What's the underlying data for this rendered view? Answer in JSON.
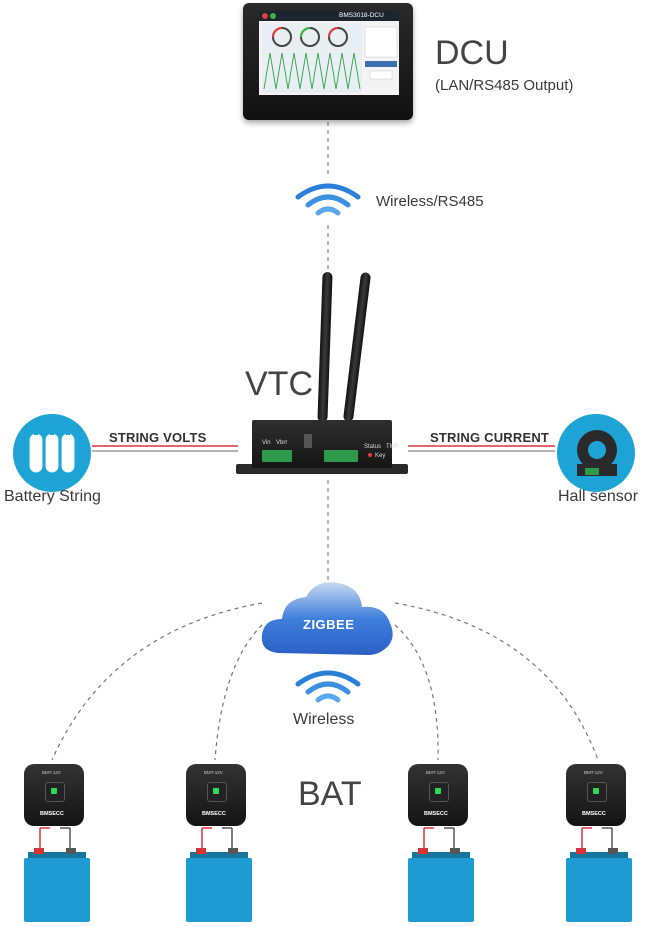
{
  "dcu": {
    "title": "DCU",
    "subtitle": "(LAN/RS485 Output)",
    "screen_title": "BMS3018-DCU"
  },
  "link_top": {
    "label": "Wireless/RS485"
  },
  "vtc": {
    "title": "VTC",
    "port_labels": [
      "Vin",
      "Vbrr",
      "Status",
      "Key",
      "TMP"
    ]
  },
  "battery_string": {
    "label": "Battery String",
    "line_label": "STRING VOLTS"
  },
  "hall_sensor": {
    "label": "Hall sensor",
    "line_label": "STRING CURRENT"
  },
  "cloud": {
    "label": "ZIGBEE"
  },
  "link_bottom": {
    "label": "Wireless"
  },
  "bat": {
    "title": "BAT",
    "module_brand": "BMSECC",
    "module_model": "BMT-12V",
    "modules": [
      {
        "id": "bat-1"
      },
      {
        "id": "bat-2"
      },
      {
        "id": "bat-3"
      },
      {
        "id": "bat-4"
      }
    ]
  },
  "colors": {
    "cable_red": "#d9333a",
    "battery_blue": "#1ea3d6",
    "cloud_blue": "#2f6fd6",
    "wireless_blue": "#3b8fe0",
    "device_dark": "#1c1c1c"
  }
}
